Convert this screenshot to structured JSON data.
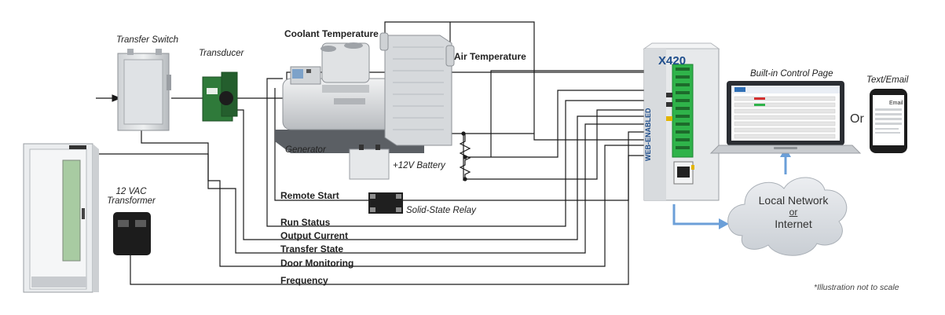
{
  "labels": {
    "transfer_switch": "Transfer Switch",
    "transducer": "Transducer",
    "coolant_temperature": "Coolant Temperature",
    "air_temperature": "Air Temperature",
    "generator": "Generator",
    "battery": "+12V Battery",
    "transformer_line1": "12 VAC",
    "transformer_line2": "Transformer",
    "solid_state_relay": "Solid-State Relay",
    "remote_start": "Remote Start",
    "run_status": "Run Status",
    "output_current": "Output Current",
    "transfer_state": "Transfer State",
    "door_monitoring": "Door Monitoring",
    "frequency": "Frequency",
    "control_page": "Built-in Control Page",
    "text_email": "Text/Email",
    "or": "Or",
    "local_network": "Local Network",
    "net_or": "or",
    "internet": "Internet",
    "footnote": "*Illustration not to scale",
    "device_logo": "X420",
    "device_side": "WEB-ENABLED",
    "phone_email": "Email"
  },
  "colors": {
    "wire": "#1a1a1a",
    "terminal_green": "#2fb34a",
    "network_arrow": "#6b9fd8",
    "cloud": "#d9dde2"
  }
}
